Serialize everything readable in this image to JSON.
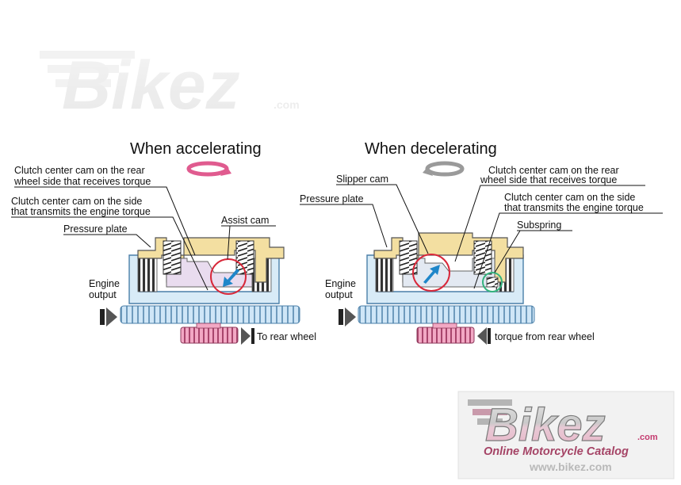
{
  "watermark": {
    "brand": "Bikez",
    "domain": ".com"
  },
  "left_panel": {
    "title": "When accelerating",
    "labels": {
      "receive_cam_1": "Clutch center cam on the rear",
      "receive_cam_2": "wheel side that receives torque",
      "transmit_cam_1": "Clutch center cam on the side",
      "transmit_cam_2": "that transmits the engine torque",
      "pressure_plate": "Pressure plate",
      "assist_cam": "Assist cam",
      "engine_1": "Engine",
      "engine_2": "output",
      "rear_wheel": "To rear wheel"
    }
  },
  "right_panel": {
    "title": "When decelerating",
    "labels": {
      "slipper_cam": "Slipper cam",
      "receive_cam_1": "Clutch center cam on the rear",
      "receive_cam_2": "wheel side that receives torque",
      "pressure_plate": "Pressure plate",
      "transmit_cam_1": "Clutch center cam on the side",
      "transmit_cam_2": "that transmits the engine torque",
      "subspring": "Subspring",
      "engine_1": "Engine",
      "engine_2": "output",
      "rear_wheel": "torque from rear wheel"
    }
  },
  "logo": {
    "brand": "Bikez",
    "domain": ".com",
    "tagline": "Online Motorcycle Catalog",
    "url": "www.bikez.com"
  },
  "colors": {
    "accent_pink": "#e05b8f",
    "cam_circle_red": "#d8283a",
    "subspring_circle_green": "#35b37e",
    "housing_blue": "#d8ebf7",
    "pressure_plate_yellow": "#f3dfa1",
    "arrow_blue": "#1f86c9"
  }
}
